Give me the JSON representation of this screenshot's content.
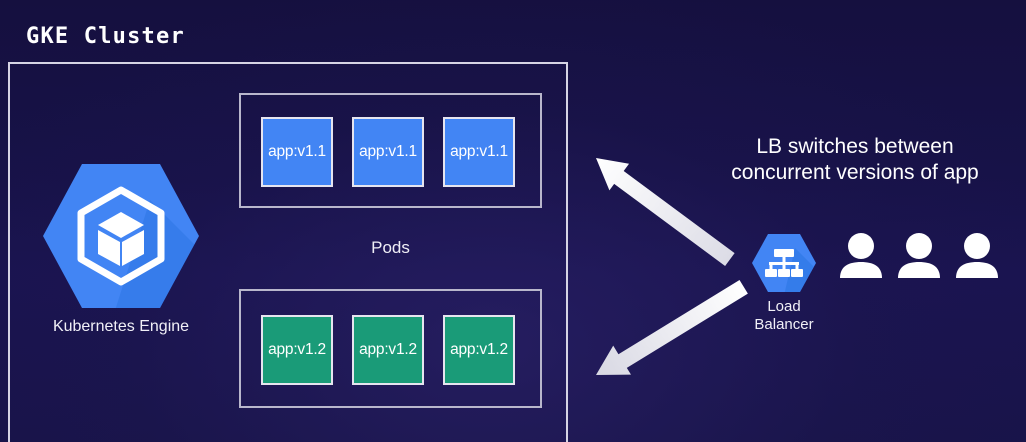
{
  "diagram": {
    "title": "GKE Cluster",
    "background_color": "#171248",
    "accent_blue": "#4285f4",
    "accent_green": "#1a9b78",
    "border_color": "#d6d4e4"
  },
  "cluster": {
    "label": "GKE Cluster",
    "engine": {
      "icon": "kubernetes-engine-hexagon-icon",
      "caption": "Kubernetes Engine",
      "color": "#4285f4"
    },
    "pods_label": "Pods",
    "pod_groups": [
      {
        "version": "v1.1",
        "color": "#4285f4",
        "pods": [
          {
            "label": "app:v1.1"
          },
          {
            "label": "app:v1.1"
          },
          {
            "label": "app:v1.1"
          }
        ]
      },
      {
        "version": "v1.2",
        "color": "#1a9b78",
        "pods": [
          {
            "label": "app:v1.2"
          },
          {
            "label": "app:v1.2"
          },
          {
            "label": "app:v1.2"
          }
        ]
      }
    ]
  },
  "load_balancer": {
    "icon": "load-balancer-hexagon-icon",
    "caption_line1": "Load",
    "caption_line2": "Balancer",
    "color": "#4285f4"
  },
  "callout": {
    "line1": "LB switches between",
    "line2": "concurrent versions of app"
  },
  "users": {
    "icon": "user-person-icon",
    "count": 3,
    "color": "#ffffff"
  },
  "arrows": [
    {
      "name": "arrow-lb-to-v11",
      "direction": "up-left",
      "color": "#f2f2f5"
    },
    {
      "name": "arrow-lb-to-v12",
      "direction": "down-left",
      "color": "#e8e8ee"
    }
  ]
}
